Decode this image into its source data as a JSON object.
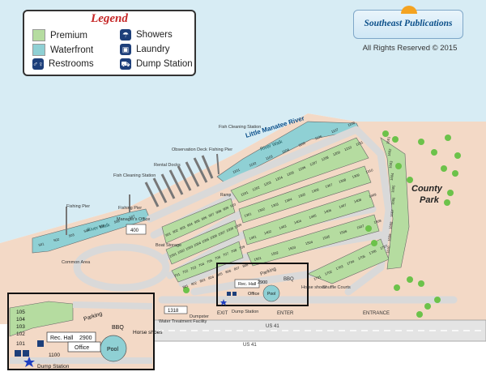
{
  "legend": {
    "title": "Legend",
    "items": [
      {
        "label": "Premium",
        "icon": "premium-swatch",
        "color": "#b5dca0"
      },
      {
        "label": "Waterfront",
        "icon": "waterfront-swatch",
        "color": "#8fd0d4"
      },
      {
        "label": "Restrooms",
        "icon": "restroom-icon"
      },
      {
        "label": "Showers",
        "icon": "shower-icon"
      },
      {
        "label": "Laundry",
        "icon": "laundry-icon"
      },
      {
        "label": "Dump Station",
        "icon": "dump-station-icon"
      }
    ]
  },
  "publisher": {
    "name": "Southeast Publications",
    "copyright": "All Rights Reserved © 2015"
  },
  "map": {
    "river": "Little Manatee River",
    "county_park": "County\nPark",
    "labels": {
      "fish_cleaning_station_top": "Fish Cleaning Station",
      "fishing_pier_top": "Fishing Pier",
      "observation_deck": "Observation Deck",
      "rental_docks": "Rental Docks",
      "fish_cleaning_station_left": "Fish Cleaning Station",
      "fishing_pier_left1": "Fishing Pier",
      "fishing_pier_left2": "Fishing Pier",
      "managers_office": "Manager's Office",
      "river_walk_top": "River Walk",
      "river_walk_left": "River Walk",
      "common_area": "Common Area",
      "boat_storage": "Boat Storage",
      "ramp": "Ramp",
      "parking": "Parking",
      "bbq": "BBQ",
      "horse_shoes": "Horse shoes",
      "shuffle_courts": "Shuffle Courts",
      "exit": "EXIT",
      "enter": "ENTER",
      "entrance": "ENTRANCE",
      "dump_station": "Dump Station",
      "dumpster": "Dumpster",
      "water_treatment": "Water Treatment Facility",
      "rec_hall": "Rec. Hall",
      "office": "Office",
      "pool": "Pool",
      "hwy": "US 41",
      "lot_2900": "2900",
      "lot_1318": "1318",
      "lot_400": "400"
    },
    "lots_right_col": [
      "1601",
      "1602",
      "1603",
      "1604",
      "1605",
      "1606",
      "1607",
      "1608",
      "1609",
      "1610"
    ],
    "lots_top_river": [
      "1101",
      "1102",
      "1103",
      "1104",
      "1105",
      "1106",
      "1107",
      "1108"
    ],
    "lots_left_river": [
      "501",
      "502",
      "503",
      "504",
      "505",
      "506",
      "507"
    ],
    "lots_row_1200": [
      "1201",
      "1202",
      "1203",
      "1204",
      "1205",
      "1206",
      "1207",
      "1208",
      "1209",
      "1210",
      "1211"
    ],
    "lots_row_1300": [
      "1301",
      "1302",
      "1303",
      "1304",
      "1305",
      "1306",
      "1307",
      "1308",
      "1309",
      "1310"
    ],
    "lots_row_1400": [
      "1401",
      "1402",
      "1403",
      "1404",
      "1405",
      "1406",
      "1407",
      "1408",
      "1409"
    ],
    "lots_row_1500": [
      "1501",
      "1502",
      "1503",
      "1504",
      "1505",
      "1506",
      "1507",
      "1508"
    ],
    "lots_row_900": [
      "901",
      "902",
      "903",
      "904",
      "905",
      "906",
      "907",
      "908",
      "909",
      "910"
    ],
    "lots_row_1000": [
      "1001",
      "1002",
      "1003",
      "1004",
      "1005",
      "1006",
      "1007",
      "1008",
      "1009"
    ],
    "lots_row_700": [
      "701",
      "702",
      "703",
      "704",
      "705",
      "706",
      "707",
      "708",
      "709"
    ],
    "lots_row_800": [
      "801",
      "802",
      "803",
      "804",
      "805",
      "806",
      "807",
      "808"
    ],
    "lots_row_1700": [
      "1701",
      "1702",
      "1703",
      "1704",
      "1705",
      "1706",
      "1707"
    ],
    "inset": {
      "lots": [
        "105",
        "104",
        "103",
        "102",
        "101"
      ],
      "rec_hall": "Rec. Hall",
      "office": "Office",
      "lot_2900": "2900",
      "lot_1100": "1100",
      "parking": "Parking",
      "bbq": "BBQ",
      "horse_shoes": "Horse shoes",
      "pool": "Pool",
      "dump_station": "Dump Station"
    }
  }
}
